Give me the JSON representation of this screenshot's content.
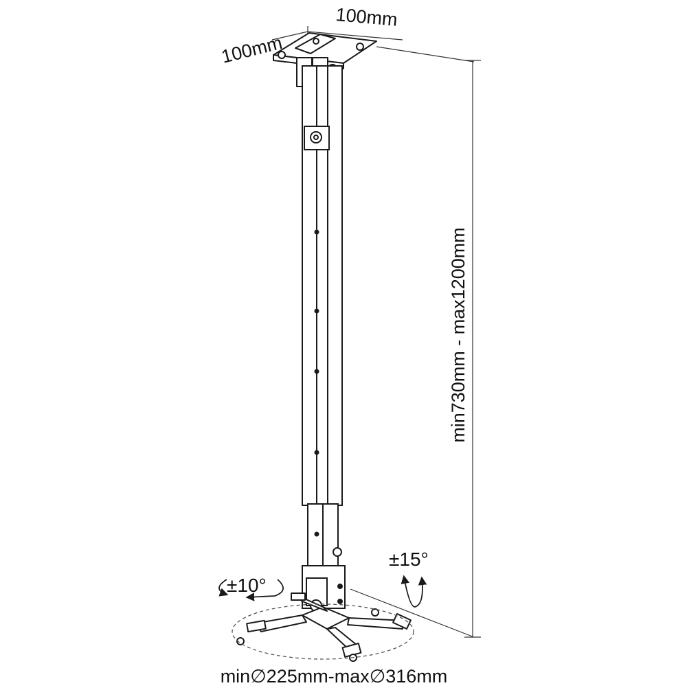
{
  "labels": {
    "width_top": "100mm",
    "width_side": "100mm",
    "height_range": "min730mm - max1200mm",
    "tilt": "±15°",
    "swivel": "±10°",
    "plate_range": "min∅225mm-max∅316mm"
  },
  "colors": {
    "line": "#1a1a1a",
    "dimension": "#333333",
    "metal": "#ffffff",
    "background": "#ffffff"
  }
}
